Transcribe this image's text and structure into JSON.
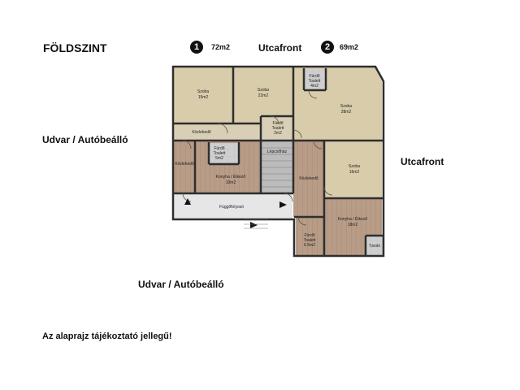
{
  "floor_title": "FÖLDSZINT",
  "units": [
    {
      "number": "2",
      "area": "69m2"
    },
    {
      "number": "1",
      "area": "72m2"
    }
  ],
  "street_labels": {
    "top": "Utcafront",
    "right": "Utcafront",
    "left": "Udvar / Autóbeálló",
    "bottom": "Udvar / Autóbeálló"
  },
  "disclaimer": "Az alaprajz tájékoztató jellegű!",
  "rooms": {
    "szoba15": {
      "name": "Szoba",
      "area": "15m2"
    },
    "szoba22": {
      "name": "Szoba",
      "area": "22m2"
    },
    "furdo4": {
      "name": "Fürdő",
      "sub": "Toalett",
      "area": "4m2"
    },
    "szoba28": {
      "name": "Szoba",
      "area": "28m2"
    },
    "kozlekedo_top": {
      "name": "Közlekedő"
    },
    "furdo2": {
      "name": "Fürdő",
      "sub": "Toalett",
      "area": "2m2"
    },
    "furdo5": {
      "name": "Fürdő",
      "sub": "Toalett",
      "area": "5m2"
    },
    "kozlekedo_left": {
      "name": "Közlekedő"
    },
    "konyha10": {
      "name": "Konyha / Étkező",
      "area": "10m2"
    },
    "lepcsohaz": {
      "name": "Lépcsőház"
    },
    "kozlekedo_right": {
      "name": "Közlekedő"
    },
    "szoba16": {
      "name": "Szoba",
      "area": "16m2"
    },
    "fuggofolyoso": {
      "name": "Függőfolyosó"
    },
    "konyha18": {
      "name": "Konyha / Étkező",
      "area": "18m2"
    },
    "furdo65": {
      "name": "Fürdő",
      "sub": "Toalett",
      "area": "6.5m2"
    },
    "tarolo": {
      "name": "Tároló"
    }
  },
  "colors": {
    "wall": "#2e2e2e",
    "floor_room": "#d8ccaa",
    "floor_wood": "#b79b86",
    "floor_tile": "#cfcfcf",
    "stair": "#b9b9b9"
  }
}
